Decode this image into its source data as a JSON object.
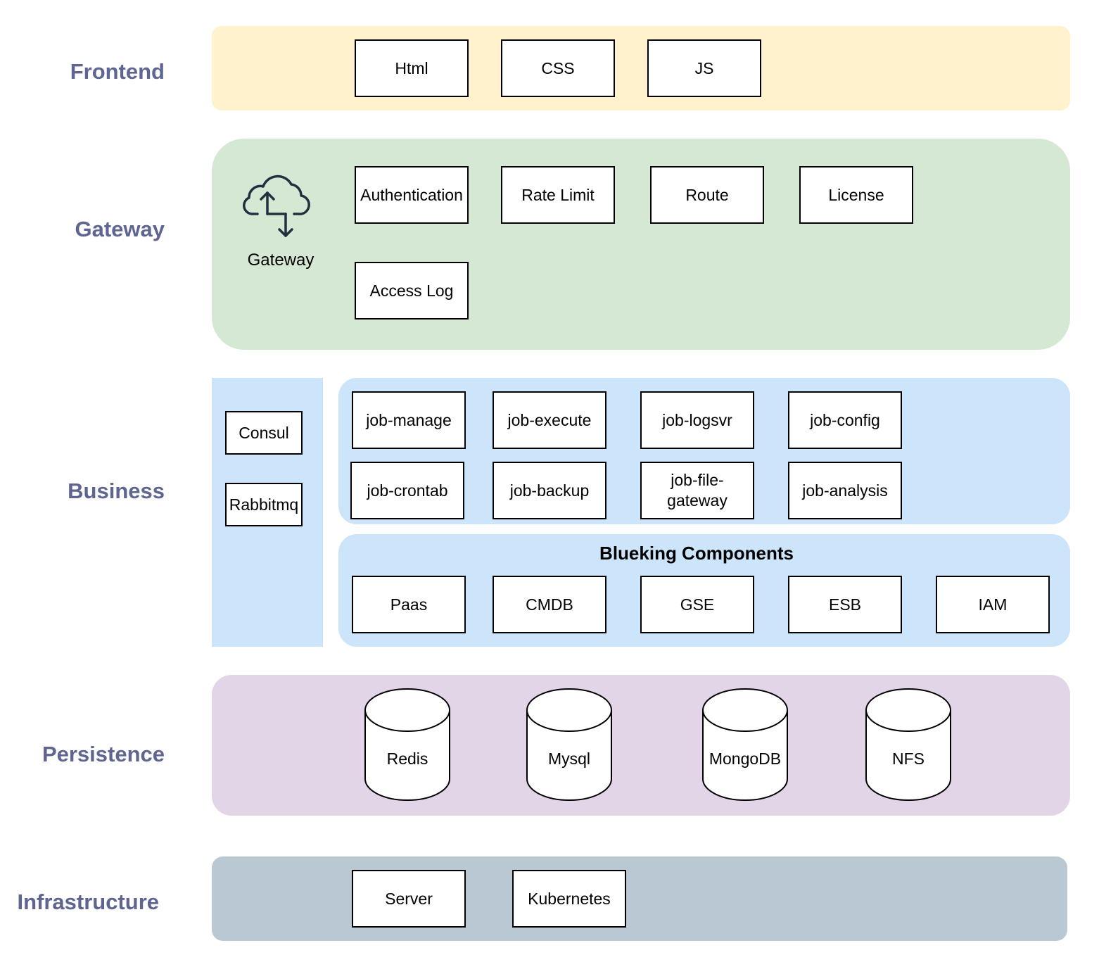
{
  "layers": {
    "frontend": "Frontend",
    "gateway": "Gateway",
    "business": "Business",
    "persistence": "Persistence",
    "infrastructure": "Infrastructure"
  },
  "frontend": {
    "items": [
      "Html",
      "CSS",
      "JS"
    ]
  },
  "gateway": {
    "icon": "cloud-upload-download-icon",
    "icon_label": "Gateway",
    "items": [
      "Authentication",
      "Rate Limit",
      "Route",
      "License",
      "Access Log"
    ]
  },
  "business": {
    "middleware": [
      "Consul",
      "Rabbitmq"
    ],
    "jobs": [
      "job-manage",
      "job-execute",
      "job-logsvr",
      "job-config",
      "job-crontab",
      "job-backup",
      "job-file-gateway",
      "job-analysis"
    ],
    "blueking_title": "Blueking Components",
    "blueking": [
      "Paas",
      "CMDB",
      "GSE",
      "ESB",
      "IAM"
    ]
  },
  "persistence": {
    "items": [
      "Redis",
      "Mysql",
      "MongoDB",
      "NFS"
    ]
  },
  "infrastructure": {
    "items": [
      "Server",
      "Kubernetes"
    ]
  },
  "colors": {
    "label": "#5f6591",
    "frontend_bg": "#fff2cc",
    "gateway_bg": "#d5e8d4",
    "business_bg": "#cce5fb",
    "persistence_bg": "#e1d5e7",
    "infrastructure_bg": "#bac8d3"
  }
}
